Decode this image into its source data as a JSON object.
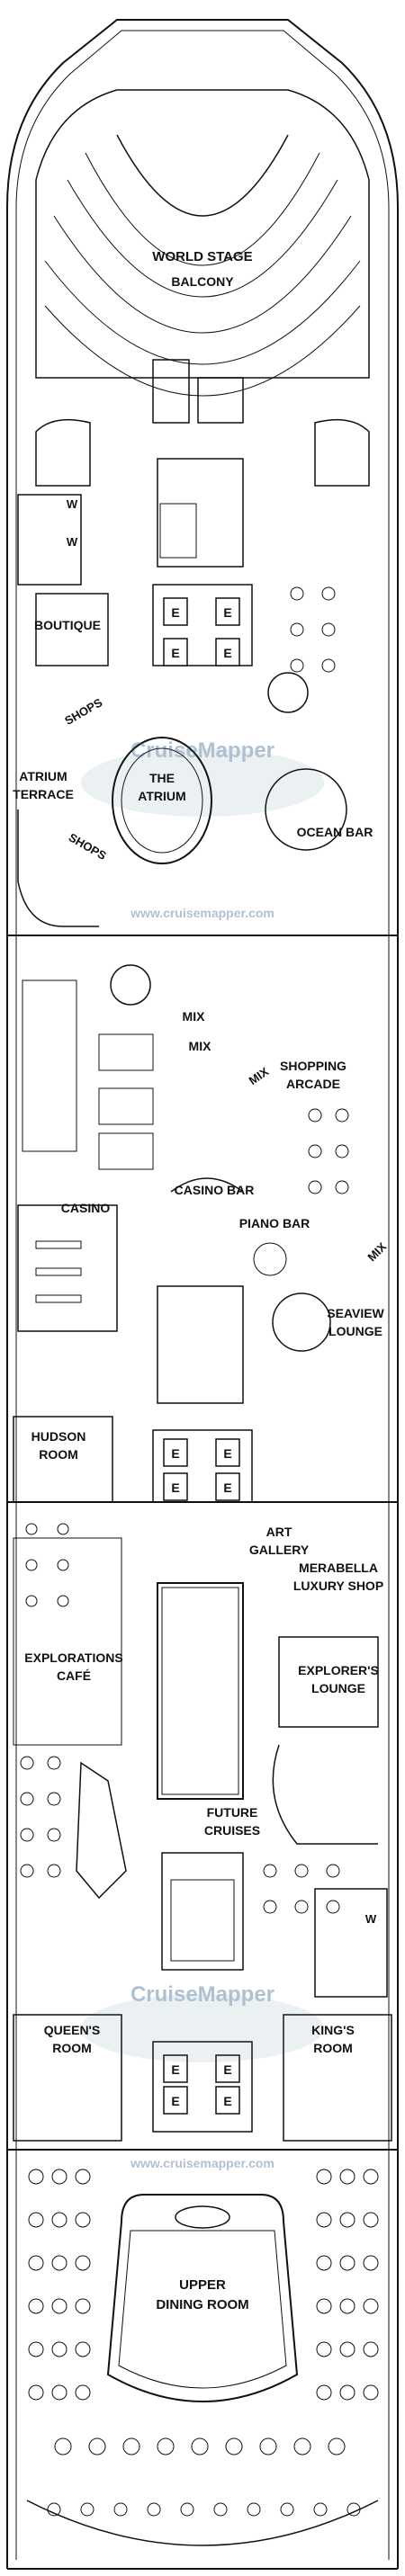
{
  "deck_plan": {
    "rooms": {
      "world_stage": "WORLD STAGE",
      "balcony": "BALCONY",
      "w_top_1": "W",
      "w_top_2": "W",
      "boutique": "BOUTIQUE",
      "shops_1": "SHOPS",
      "shops_2": "SHOPS",
      "the_atrium_1": "THE",
      "the_atrium_2": "ATRIUM",
      "atrium_terrace_1": "ATRIUM",
      "atrium_terrace_2": "TERRACE",
      "ocean_bar": "OCEAN BAR",
      "mix_1": "MIX",
      "mix_2": "MIX",
      "mix_3": "MIX",
      "mix_4": "MIX",
      "shopping_arcade_1": "SHOPPING",
      "shopping_arcade_2": "ARCADE",
      "casino": "CASINO",
      "casino_bar": "CASINO BAR",
      "piano_bar": "PIANO BAR",
      "seaview_lounge_1": "SEAVIEW",
      "seaview_lounge_2": "LOUNGE",
      "hudson_room_1": "HUDSON",
      "hudson_room_2": "ROOM",
      "art_gallery_1": "ART",
      "art_gallery_2": "GALLERY",
      "merabella_1": "MERABELLA",
      "merabella_2": "LUXURY SHOP",
      "explorations_1": "EXPLORATIONS",
      "explorations_2": "CAFÉ",
      "explorers_lounge_1": "EXPLORER'S",
      "explorers_lounge_2": "LOUNGE",
      "future_cruises_1": "FUTURE",
      "future_cruises_2": "CRUISES",
      "w_bottom": "W",
      "queens_room_1": "QUEEN'S",
      "queens_room_2": "ROOM",
      "kings_room_1": "KING'S",
      "kings_room_2": "ROOM",
      "upper_dining_1": "UPPER",
      "upper_dining_2": "DINING ROOM"
    },
    "elevator_label": "E",
    "watermark": {
      "logo": "CruiseMapper",
      "url": "www.cruisemapper.com"
    },
    "colors": {
      "line": "#111111",
      "watermark": "#1b4f7a"
    }
  }
}
